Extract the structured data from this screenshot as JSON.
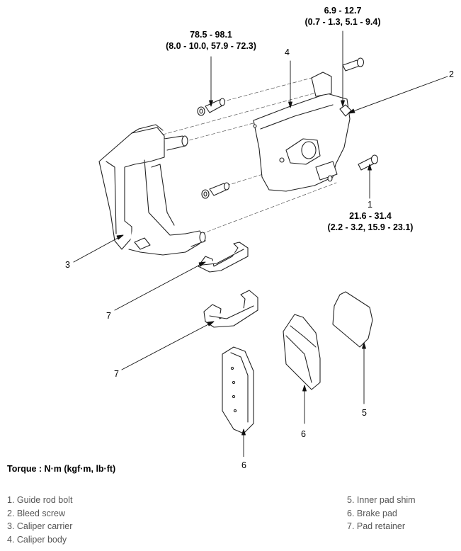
{
  "torques": {
    "bleed_screw": [
      "6.9 - 12.7",
      "(0.7 - 1.3, 5.1 - 9.4)"
    ],
    "carrier_bolt": [
      "78.5 - 98.1",
      "(8.0 - 10.0, 57.9 - 72.3)"
    ],
    "guide_rod_bolt": [
      "21.6 - 31.4",
      "(2.2 - 3.2, 15.9 - 23.1)"
    ]
  },
  "callouts": {
    "c1": "1",
    "c2": "2",
    "c3": "3",
    "c4": "4",
    "c5": "5",
    "c6a": "6",
    "c6b": "6",
    "c7a": "7",
    "c7b": "7"
  },
  "torque_heading": "Torque : N·m (kgf·m, lb·ft)",
  "legend_left": [
    "1. Guide rod bolt",
    "2. Bleed screw",
    "3. Caliper carrier",
    "4. Caliper body"
  ],
  "legend_right": [
    "5. Inner pad shim",
    "6. Brake pad",
    "7. Pad retainer"
  ]
}
